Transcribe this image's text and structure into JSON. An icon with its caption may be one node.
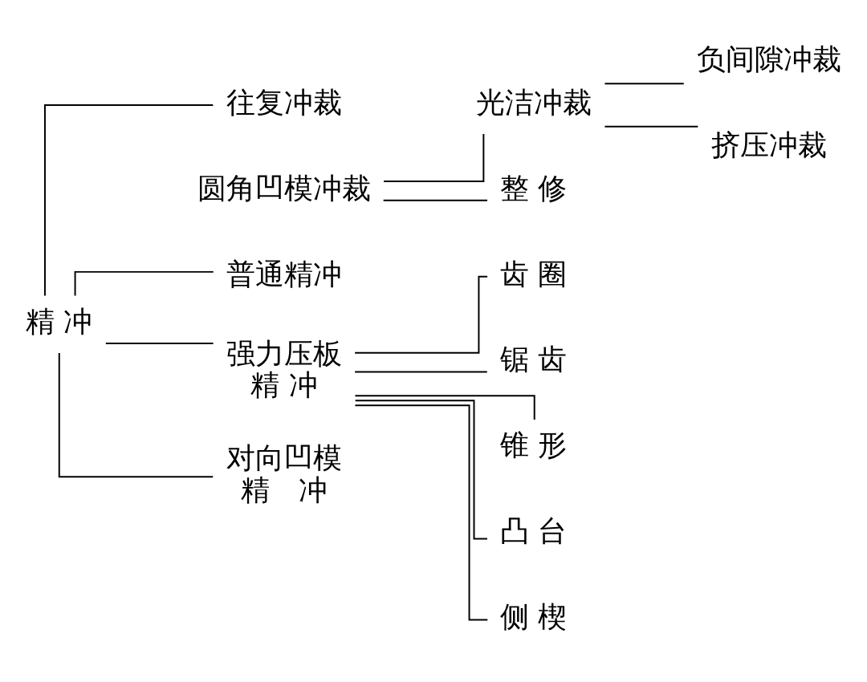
{
  "diagram": {
    "nodes": [
      {
        "text": [
          "精 冲"
        ]
      },
      {
        "text": [
          "普通精冲"
        ]
      },
      {
        "text": [
          "圆角凹模冲裁"
        ]
      },
      {
        "text": [
          "整 修"
        ]
      },
      {
        "text": [
          "光洁冲裁"
        ]
      },
      {
        "text": [
          "负间隙冲裁"
        ]
      },
      {
        "text": [
          "挤压冲裁"
        ]
      },
      {
        "text": [
          "强力压板",
          "精 冲"
        ]
      },
      {
        "text": [
          "齿 圈"
        ]
      },
      {
        "text": [
          "锯 齿"
        ]
      },
      {
        "text": [
          "锥 形"
        ]
      },
      {
        "text": [
          "凸 台"
        ]
      },
      {
        "text": [
          "侧 楔"
        ]
      },
      {
        "text": [
          "对向凹模",
          "精　冲"
        ]
      },
      {
        "text": [
          "往复冲裁"
        ]
      }
    ],
    "edges": [
      {
        "from": 0,
        "to": 1,
        "arrow": "none"
      },
      {
        "from": 2,
        "to": 3,
        "arrow": "none"
      },
      {
        "from": 2,
        "to": 4,
        "arrow": "none"
      },
      {
        "from": 4,
        "to": 5,
        "arrow": "none"
      },
      {
        "from": 4,
        "to": 6,
        "arrow": "none"
      },
      {
        "from": 0,
        "to": 7,
        "arrow": "none"
      },
      {
        "from": 7,
        "to": 8,
        "arrow": "none"
      },
      {
        "from": 7,
        "to": 9,
        "arrow": "none"
      },
      {
        "from": 7,
        "to": 10,
        "arrow": "none"
      },
      {
        "from": 7,
        "to": 11,
        "arrow": "none"
      },
      {
        "from": 7,
        "to": 12,
        "arrow": "none"
      },
      {
        "from": 0,
        "to": 13,
        "arrow": "none"
      },
      {
        "from": 0,
        "to": 14,
        "arrow": "none"
      }
    ]
  }
}
